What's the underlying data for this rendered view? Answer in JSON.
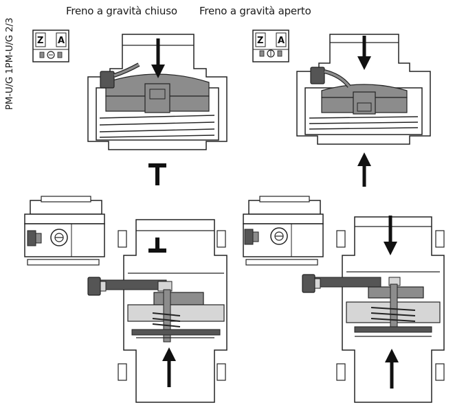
{
  "labels": {
    "closed": "Freno a gravità chiuso",
    "open": "Freno a gravità aperto",
    "side": "PM-U/G 1PM-U/G 2/3"
  },
  "switch_letters": {
    "left": "Z",
    "right": "A"
  },
  "colors": {
    "line": "#222222",
    "fill_mid": "#8c8c8c",
    "fill_light": "#d6d6d6",
    "fill_dark": "#555555",
    "background": "#ffffff"
  }
}
